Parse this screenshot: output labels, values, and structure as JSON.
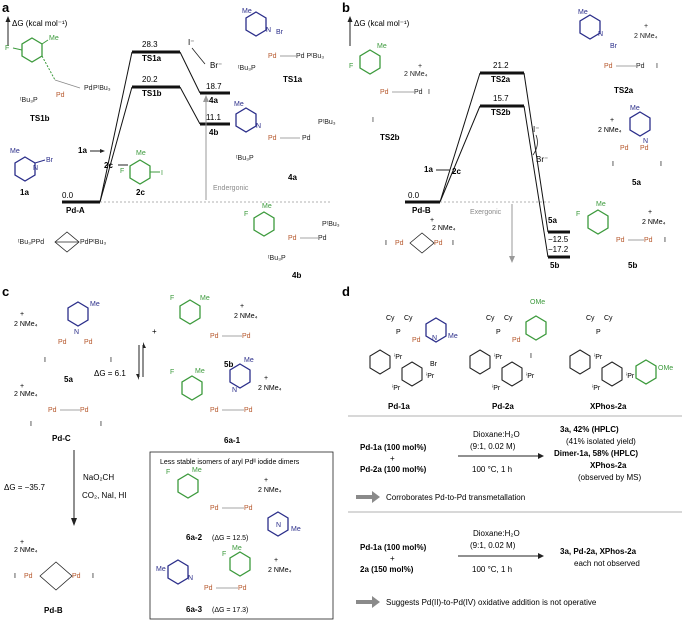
{
  "panels": {
    "a": "a",
    "b": "b",
    "c": "c",
    "d": "d"
  },
  "panel_a": {
    "yaxis": "ΔG (kcal mol⁻¹)",
    "levels": [
      {
        "label": "Pd-A",
        "value": "0.0"
      },
      {
        "label": "TS1a",
        "value": "28.3"
      },
      {
        "label": "TS1b",
        "value": "20.2"
      },
      {
        "label": "4a",
        "value": "18.7"
      },
      {
        "label": "4b",
        "value": "11.1"
      }
    ],
    "labels": {
      "r1": "1a",
      "r2": "2c",
      "iodide": "I⁻",
      "bromide": "Br⁻",
      "endergonic": "Endergonic",
      "ts1a": "TS1a",
      "ts1b": "TS1b",
      "c1a": "1a",
      "c2c": "2c",
      "c4a": "4a",
      "c4b": "4b",
      "tbu_a": "ᵗBu₃PPd",
      "tbu_b": "PdPᵗBu₃",
      "pt": "PᵗBu₃",
      "pdpt": "PdPᵗBu₃"
    }
  },
  "panel_b": {
    "yaxis": "ΔG (kcal mol⁻¹)",
    "levels": [
      {
        "label": "Pd-B",
        "value": "0.0"
      },
      {
        "label": "TS2a",
        "value": "21.2"
      },
      {
        "label": "TS2b",
        "value": "15.7"
      },
      {
        "label": "5a",
        "value": "−12.5"
      },
      {
        "label": "5b",
        "value": "−17.2"
      }
    ],
    "labels": {
      "r1": "1a",
      "r2": "2c",
      "iodide": "I⁻",
      "bromide": "Br⁻",
      "exergonic": "Exergonic",
      "ts2a": "TS2a",
      "ts2b": "TS2b",
      "c5a": "5a",
      "c5b": "5b",
      "nme": "2 NMe₄",
      "plus": "+"
    }
  },
  "panel_c": {
    "labels": {
      "c5a": "5a",
      "c5b": "5b",
      "pdc": "Pd-C",
      "c61": "6a-1",
      "pdb": "Pd-B",
      "nme": "2 NMe₄",
      "plus": "+"
    },
    "dg1": "ΔG = 6.1",
    "dg2": "ΔG = −35.7",
    "reagent_top": "NaO₂CH",
    "reagent_bottom": "CO₂, NaI, HI",
    "box_title": "Less stable isomers of aryl Pdᴵᴵ iodide dimers",
    "iso2": "6a-2",
    "iso2_dg": "(ΔG = 12.5)",
    "iso3": "6a-3",
    "iso3_dg": "(ΔG = 17.3)"
  },
  "panel_d": {
    "compounds": [
      "Pd-1a",
      "Pd-2a",
      "XPhos-2a"
    ],
    "groups": {
      "cy": "Cy",
      "pr": "ⁱPr",
      "ome": "OMe",
      "me": "Me",
      "br": "Br",
      "i": "I",
      "p": "P"
    },
    "exp1": {
      "r1": "Pd-1a (100 mol%)",
      "plus": "+",
      "r2": "Pd-2a (100 mol%)",
      "solvent": "Dioxane:H₂O",
      "ratio": "(9:1, 0.02 M)",
      "cond": "100 °C, 1 h",
      "p1": "3a, 42% (HPLC)",
      "p2": "(41% isolated yield)",
      "p3": "Dimer-1a, 58% (HPLC)",
      "p4": "XPhos-2a",
      "p5": "(observed by MS)",
      "note": "Corroborates Pd-to-Pd transmetallation"
    },
    "exp2": {
      "r1": "Pd-1a (100 mol%)",
      "plus": "+",
      "r2": "2a (150 mol%)",
      "solvent": "Dioxane:H₂O",
      "ratio": "(9:1, 0.02 M)",
      "cond": "100 °C, 1 h",
      "p1": "3a, Pd-2a, XPhos-2a",
      "p2": "each not observed",
      "note": "Suggests Pd(II)-to-Pd(IV) oxidative addition is not operative"
    }
  },
  "colors": {
    "blue": "#2b2e8a",
    "green": "#3c9a3c",
    "pd": "#b5562a",
    "grey": "#8a8a8a"
  }
}
